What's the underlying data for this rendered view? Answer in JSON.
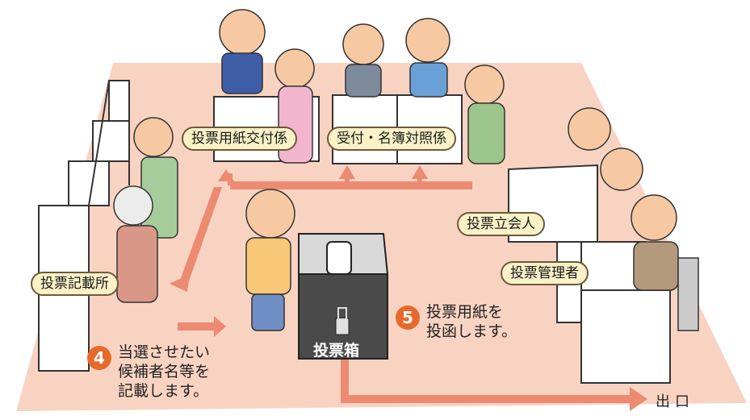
{
  "labels": {
    "ballot_issue": "投票用紙交付係",
    "reception": "受付・名簿対照係",
    "witness": "投票立会人",
    "manager": "投票管理者",
    "writing_booth": "投票記載所",
    "ballot_box": "投票箱",
    "exit": "出口"
  },
  "steps": [
    {
      "number": "4",
      "lines": [
        "当選させたい",
        "候補者名等を",
        "記載します。"
      ]
    },
    {
      "number": "5",
      "lines": [
        "投票用紙を",
        "投函します。"
      ]
    }
  ],
  "colors": {
    "floor": "#f9d3c2",
    "arrow": "#ec8a72",
    "label_bg": "#fbf1c7",
    "step_circle": "#e66a2c",
    "ballot_box": "#4a4a4a"
  }
}
